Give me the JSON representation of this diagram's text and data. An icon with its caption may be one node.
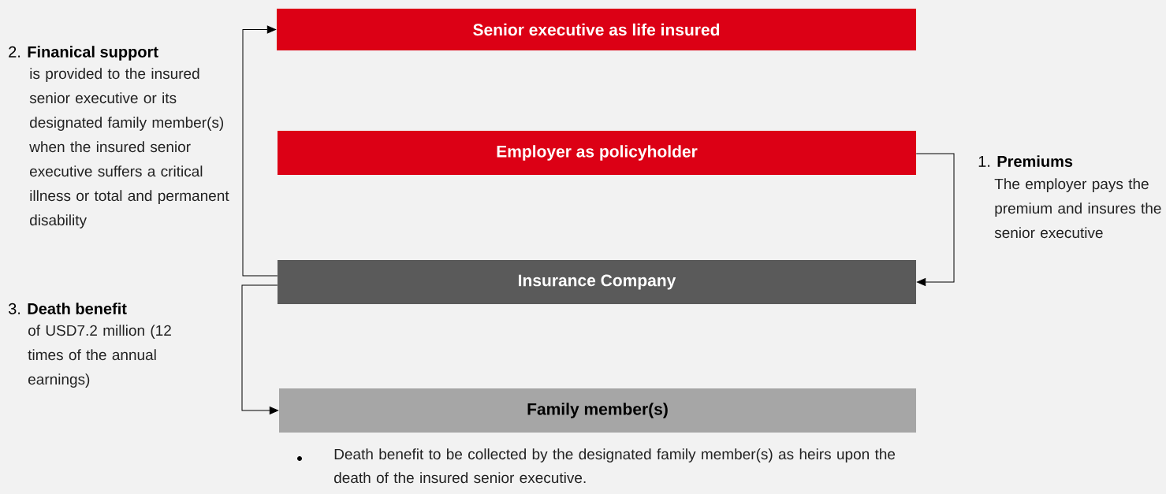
{
  "diagram": {
    "nodes": [
      {
        "text": [
          "Senior executive as life insured"
        ]
      },
      {
        "text": [
          "Employer as policyholder"
        ]
      },
      {
        "text": [
          "Insurance Company"
        ]
      },
      {
        "text": [
          "Family member(s)"
        ],
        "beside": [
          "Death benefit to be collected by the designated family member(s) as heirs upon the death of the insured senior executive."
        ]
      }
    ],
    "edges": [
      {
        "from": 2,
        "to": 0,
        "arrow": "to"
      },
      {
        "from": 2,
        "to": 3,
        "arrow": "to"
      },
      {
        "from": 1,
        "to": 2,
        "arrow": "to"
      }
    ],
    "labels": [
      "2. **Finanical support**",
      "is provided to the insured senior executive or its designated family member(s) when the insured senior executive suffers a critical illness or total and permanent disability",
      "3. **Death benefit**",
      "of USD7.2 million (12 times of the annual earnings)",
      "1. **Premiums**",
      "The employer pays the premium and insures the senior executive"
    ]
  }
}
